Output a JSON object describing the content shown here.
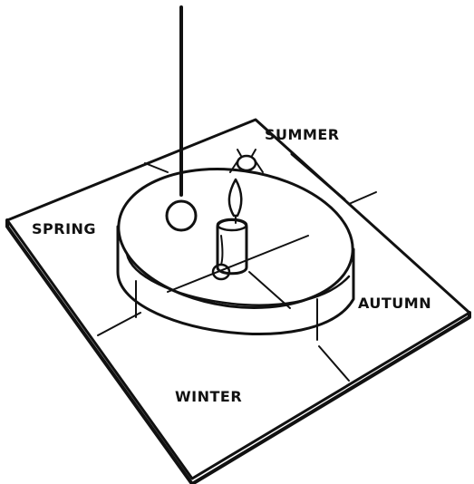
{
  "labels": {
    "summer": "SUMMER",
    "spring": "SPRING",
    "autumn": "AUTUMN",
    "winter": "WINTER"
  },
  "colors": {
    "ink": "#111111",
    "paper": "#ffffff"
  }
}
